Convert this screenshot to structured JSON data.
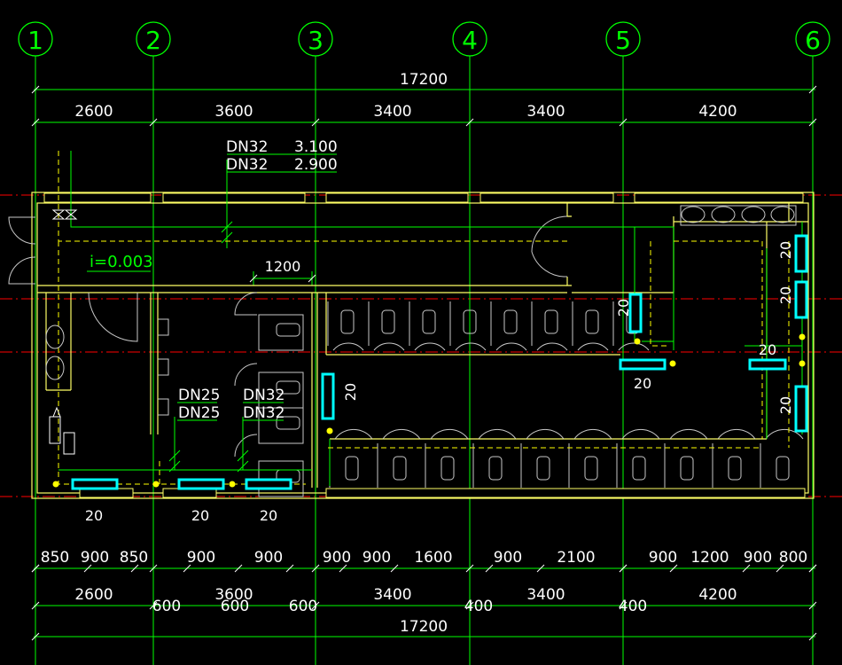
{
  "colors": {
    "background": "#000000",
    "axis_line": "#00ff00",
    "axis_bubble": "#00ff00",
    "axis_center": "#ff0000",
    "dimension": "#00ff00",
    "dimension_text": "#ffffff",
    "wall": "#ffff66",
    "partition": "#c8c8c8",
    "pipe": "#00ff00",
    "pipe_dashed": "#ffff00",
    "radiator": "#00ffff",
    "slope_text": "#00ff00",
    "pipe_label": "#ffffff"
  },
  "axes": [
    {
      "label": "1"
    },
    {
      "label": "2"
    },
    {
      "label": "3"
    },
    {
      "label": "4"
    },
    {
      "label": "5"
    },
    {
      "label": "6"
    }
  ],
  "dimensions": {
    "top_total": "17200",
    "top_spans": [
      "2600",
      "3600",
      "3400",
      "3400",
      "4200"
    ],
    "bottom_detail": [
      "850",
      "900",
      "850",
      "900",
      "900",
      "900",
      "900",
      "1600",
      "900",
      "2100",
      "900",
      "1200",
      "900",
      "800"
    ],
    "bottom_spans": [
      "2600",
      "3600",
      "3400",
      "3400",
      "4200"
    ],
    "bottom_offsets": [
      "600",
      "600",
      "600",
      "400",
      "400"
    ],
    "bottom_total": "17200",
    "door_width": "1200"
  },
  "pipe_labels": {
    "top_line1_size": "DN32",
    "top_line1_elev": "3.100",
    "top_line2_size": "DN32",
    "top_line2_elev": "2.900",
    "mid_left_1": "DN25",
    "mid_left_2": "DN25",
    "mid_right_1": "DN32",
    "mid_right_2": "DN32"
  },
  "slope_label": "i=0.003",
  "radiator_labels": [
    "20",
    "20",
    "20",
    "20",
    "20",
    "20",
    "20",
    "20",
    "20",
    "20"
  ]
}
